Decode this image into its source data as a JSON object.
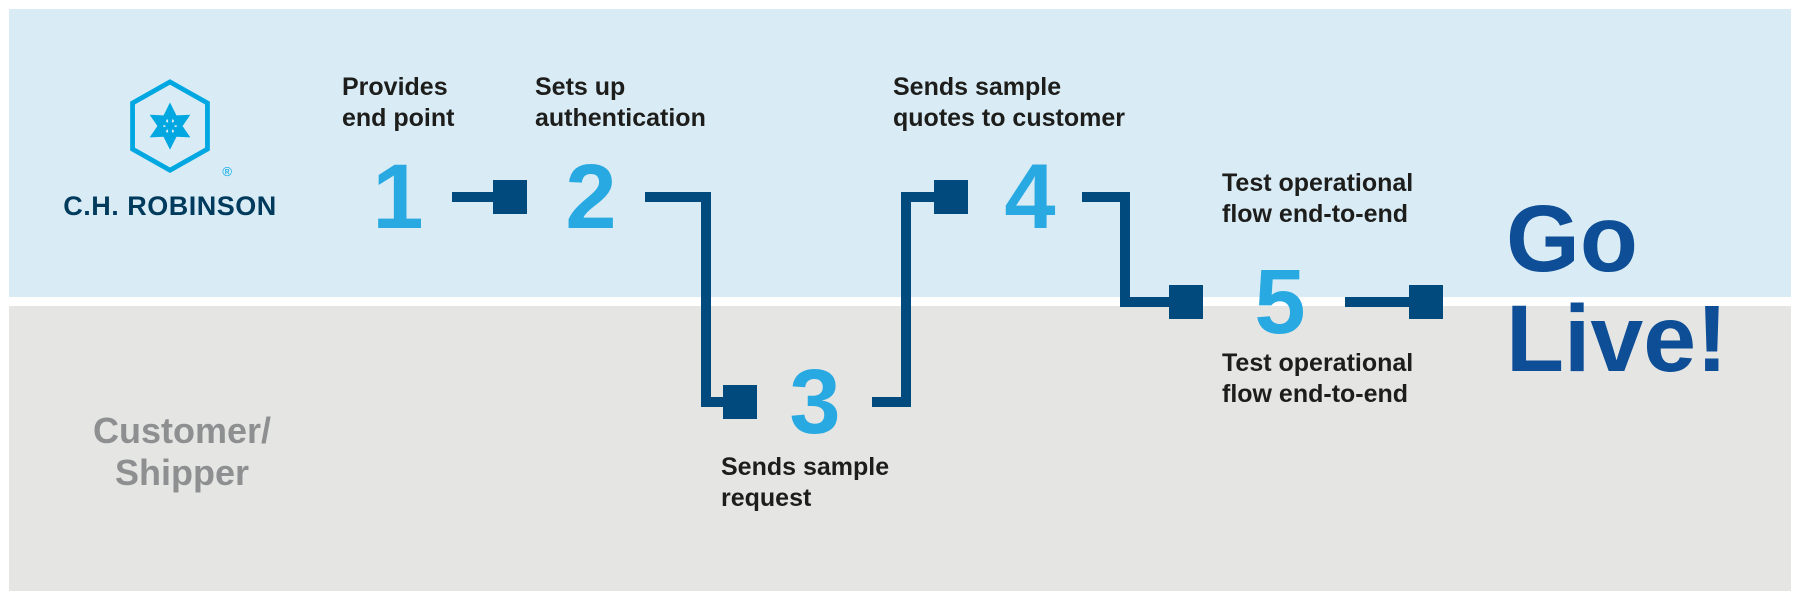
{
  "colors": {
    "lane_top_bg": "#d9ecf6",
    "lane_bottom_bg": "#e5e6e4",
    "step_number": "#29a9e1",
    "arrow": "#004a7e",
    "label_text": "#1d1d1b",
    "customer_text": "#8d8f90",
    "logo_blue": "#00a7e1",
    "logo_text": "#003a5d",
    "go_live_text": "#0d4e96"
  },
  "brand": {
    "name": "C.H. ROBINSON",
    "registered_mark": "®"
  },
  "lanes": {
    "bottom": {
      "label": "Customer/\nShipper"
    }
  },
  "steps": [
    {
      "number": "1",
      "label": "Provides\nend point"
    },
    {
      "number": "2",
      "label": "Sets up\nauthentication"
    },
    {
      "number": "3",
      "label": "Sends sample\nrequest"
    },
    {
      "number": "4",
      "label": "Sends sample\nquotes to customer"
    },
    {
      "number": "5",
      "label_top": "Test operational\nflow end-to-end",
      "label_bottom": "Test operational\nflow end-to-end"
    }
  ],
  "outcome": {
    "label": "Go\nLive!"
  }
}
